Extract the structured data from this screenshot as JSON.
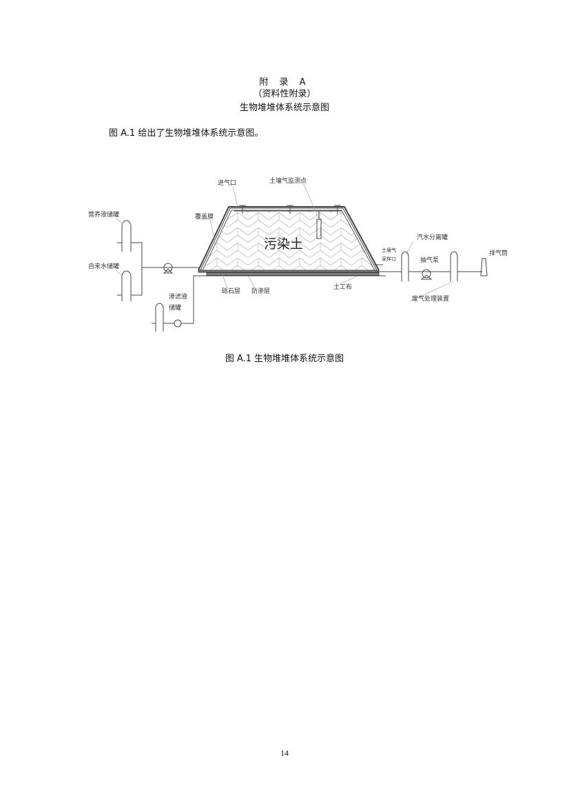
{
  "heading": {
    "appendix": "附 录 A",
    "subtitle": "（资料性附录）",
    "title": "生物堆堆体系统示意图"
  },
  "paragraph": "图 A.1 给出了生物堆堆体系统示意图。",
  "figure": {
    "caption": "图 A.1   生物堆堆体系统示意图",
    "labels": {
      "nutrient_tank": "营养液储罐",
      "tap_water_tank": "自来水储罐",
      "leachate_tank_1": "渗滤液",
      "leachate_tank_2": "储罐",
      "air_inlet": "进气口",
      "soil_gas_monitor": "土壤气监测点",
      "cover_film": "覆盖膜",
      "contaminated_soil": "污染土",
      "gravel_layer": "砾石层",
      "impermeable_layer": "防渗层",
      "geotextile": "土工布",
      "sampling_port_1": "土壤气",
      "sampling_port_2": "采样口",
      "separator_tank": "汽水分离罐",
      "vacuum_pump": "抽气泵",
      "exhaust_stack": "排气筒",
      "gas_treatment": "废气处理装置"
    }
  },
  "page_number": "14"
}
